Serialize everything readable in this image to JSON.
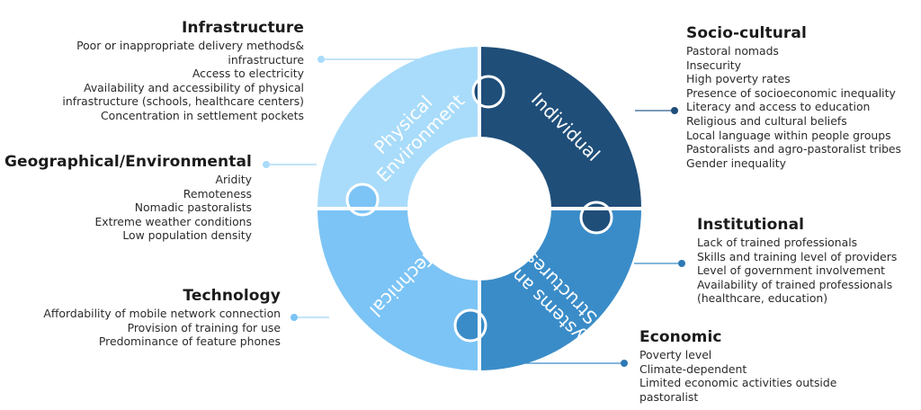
{
  "ring": {
    "segments": [
      {
        "label_lines": [
          "Individual"
        ],
        "color": "#1f4e79"
      },
      {
        "label_lines": [
          "Systems and",
          "Structures"
        ],
        "color": "#3a8cc8"
      },
      {
        "label_lines": [
          "Technical"
        ],
        "color": "#7cc4f5"
      },
      {
        "label_lines": [
          "Physical",
          "Environment"
        ],
        "color": "#a9dcfa"
      }
    ],
    "text_color": "#ffffff",
    "connector_color": "#8fc9ee",
    "dark_dot_color": "#1f4e79"
  },
  "blocks": {
    "infrastructure": {
      "title": "Infrastructure",
      "items": [
        "Poor or inappropriate delivery methods&",
        "infrastructure",
        "Access to electricity",
        "Availability and accessibility of physical",
        "infrastructure (schools, healthcare centers)",
        "Concentration in settlement pockets"
      ]
    },
    "geographical": {
      "title": "Geographical/Environmental",
      "items": [
        "Aridity",
        "Remoteness",
        "Nomadic pastoralists",
        "Extreme weather conditions",
        "Low population density"
      ]
    },
    "technology": {
      "title": "Technology",
      "items": [
        "Affordability of mobile network connection",
        "Provision of training for use",
        "Predominance of feature phones"
      ]
    },
    "sociocultural": {
      "title": "Socio-cultural",
      "items": [
        "Pastoral nomads",
        "Insecurity",
        "High poverty rates",
        "Presence of socioeconomic inequality",
        "Literacy and access to education",
        "Religious and cultural beliefs",
        "Local language within people groups",
        "Pastoralists and agro-pastoralist tribes",
        "Gender inequality"
      ]
    },
    "institutional": {
      "title": "Institutional",
      "items": [
        "Lack of trained professionals",
        "Skills and training level of providers",
        "Level of government involvement",
        "Availability of trained professionals",
        "(healthcare, education)"
      ]
    },
    "economic": {
      "title": "Economic",
      "items": [
        "Poverty level",
        "Climate-dependent",
        "Limited economic activities outside",
        "pastoralist"
      ]
    }
  }
}
